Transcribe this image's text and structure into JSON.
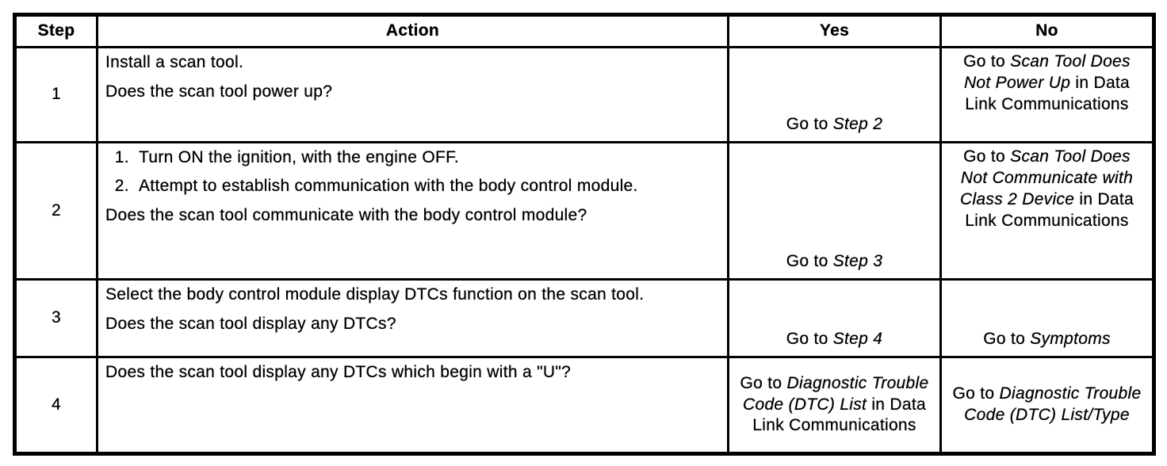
{
  "table": {
    "headers": {
      "step": "Step",
      "action": "Action",
      "yes": "Yes",
      "no": "No"
    },
    "rows": [
      {
        "step": "1",
        "action": {
          "paragraphs": [
            "Install a scan tool.",
            "Does the scan tool power up?"
          ]
        },
        "yes": {
          "segments": [
            {
              "t": "Go to ",
              "i": false
            },
            {
              "t": "Step 2",
              "i": true
            }
          ]
        },
        "no": {
          "segments": [
            {
              "t": "Go to ",
              "i": false
            },
            {
              "t": "Scan Tool Does Not Power Up",
              "i": true
            },
            {
              "t": " in Data Link Communications",
              "i": false
            }
          ]
        }
      },
      {
        "step": "2",
        "action": {
          "list": [
            "Turn ON the ignition, with the engine OFF.",
            "Attempt to establish communication with the body control module."
          ],
          "question": "Does the scan tool communicate with the body control module?"
        },
        "yes": {
          "segments": [
            {
              "t": "Go to ",
              "i": false
            },
            {
              "t": "Step 3",
              "i": true
            }
          ]
        },
        "no": {
          "segments": [
            {
              "t": "Go to ",
              "i": false
            },
            {
              "t": "Scan Tool Does Not Communicate with Class 2 Device",
              "i": true
            },
            {
              "t": " in Data Link Communications",
              "i": false
            }
          ]
        }
      },
      {
        "step": "3",
        "action": {
          "paragraphs": [
            "Select the body control module display DTCs function on the scan tool.",
            "Does the scan tool display any DTCs?"
          ]
        },
        "yes": {
          "segments": [
            {
              "t": "Go to ",
              "i": false
            },
            {
              "t": "Step 4",
              "i": true
            }
          ]
        },
        "no": {
          "segments": [
            {
              "t": "Go to ",
              "i": false
            },
            {
              "t": "Symptoms",
              "i": true
            }
          ]
        }
      },
      {
        "step": "4",
        "action": {
          "paragraphs": [
            "Does the scan tool display any DTCs which begin with a \"U\"?"
          ]
        },
        "yes": {
          "segments": [
            {
              "t": "Go to ",
              "i": false
            },
            {
              "t": "Diagnostic Trouble Code (DTC) List",
              "i": true
            },
            {
              "t": " in Data Link Communications",
              "i": false
            }
          ]
        },
        "no": {
          "segments": [
            {
              "t": "Go to ",
              "i": false
            },
            {
              "t": "Diagnostic Trouble Code (DTC) List/Type",
              "i": true
            }
          ]
        }
      }
    ]
  }
}
